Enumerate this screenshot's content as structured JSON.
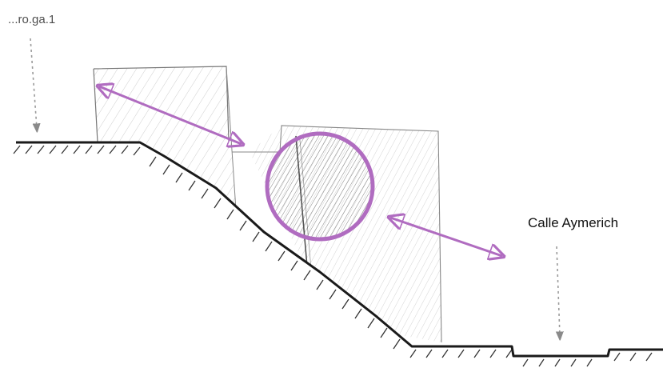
{
  "labels": {
    "top_left": "...ro.ga.1",
    "street": "Calle Aymerich"
  },
  "colors": {
    "ink": "#1a1a1a",
    "hatch": "#6e6e6e",
    "accent": "#b06cc0",
    "guide": "#9a9a9a"
  },
  "elements": {
    "terrain": "sloped-ground-section",
    "upper_block": "hatched-volume",
    "lower_block": "hatched-volume",
    "focus": "circle-highlight",
    "connection_arrows": "double-headed-arrow",
    "level_markers": "dotted-down-arrow"
  }
}
